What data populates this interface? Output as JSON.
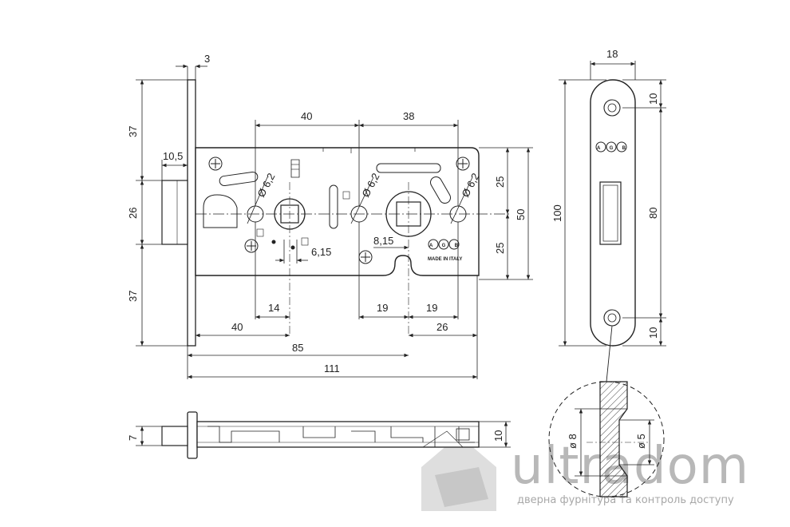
{
  "front_view": {
    "dim_faceplate_thickness": "3",
    "dim_top": "37",
    "dim_middle": "26",
    "dim_bottom": "37",
    "dim_latch_projection": "10,5",
    "dim_handle_axis": "40",
    "dim_key_axis": "38",
    "dim_hole_left": "Ø 6,2",
    "dim_hole_mid": "Ø 6,2",
    "dim_hole_right": "Ø 6,2",
    "dim_key_square": "6,15",
    "dim_key_center": "8,15",
    "dim_right_upper": "25",
    "dim_right_lower": "25",
    "dim_right_total": "50",
    "dim_14": "14",
    "dim_19_left": "19",
    "dim_19_right": "19",
    "dim_backset": "40",
    "dim_26_bottom": "26",
    "dim_85": "85",
    "dim_111": "111",
    "brand_mark": "AGB",
    "made_in": "MADE IN ITALY"
  },
  "strike_plate": {
    "dim_width": "18",
    "dim_height": "100",
    "dim_top_hole": "10",
    "dim_hole_spacing": "80",
    "dim_bottom_hole": "10",
    "brand_mark": "AGB"
  },
  "bottom_view": {
    "dim_bolt": "7",
    "dim_body": "10"
  },
  "detail_view": {
    "dim_outer": "ø 8",
    "dim_inner": "ø 5"
  },
  "watermark": {
    "brand": "ultradom",
    "tagline": "дверна фурнітура та контроль доступу"
  }
}
